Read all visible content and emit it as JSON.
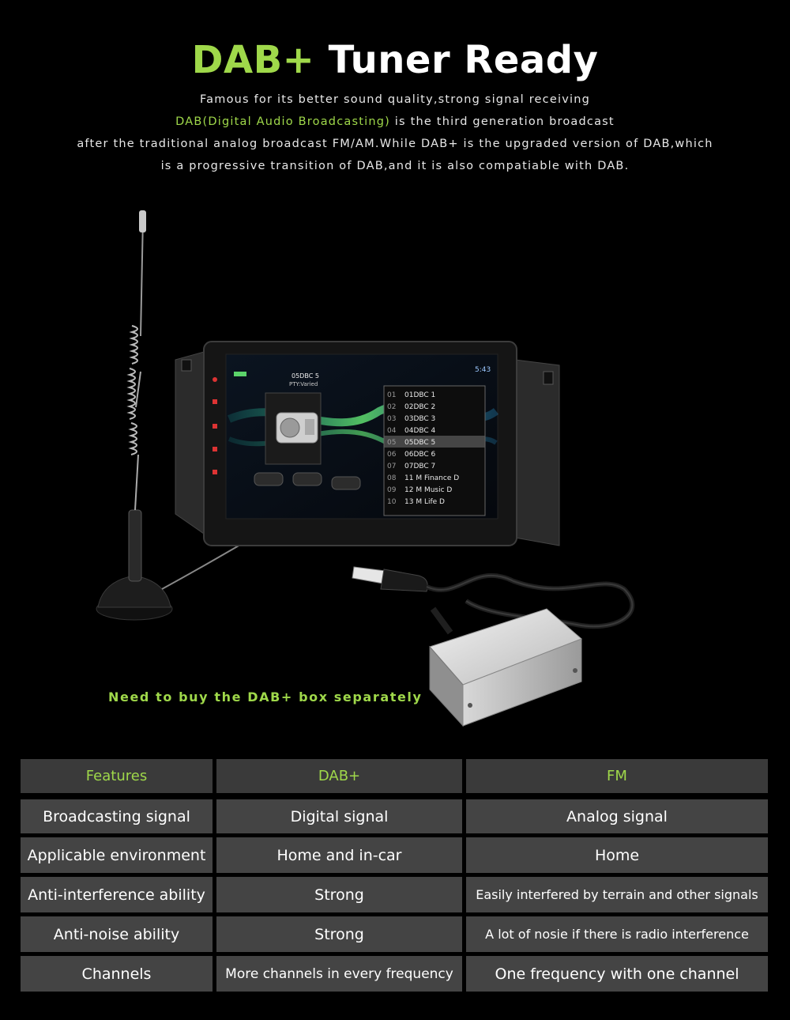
{
  "headline": {
    "accent": "DAB+",
    "rest": " Tuner Ready"
  },
  "intro": {
    "line1": "Famous for its better sound quality,strong signal receiving",
    "line2_green": "DAB(Digital Audio Broadcasting)",
    "line2_rest": " is the third generation broadcast",
    "line3": "after the traditional analog broadcast FM/AM.While DAB+ is the upgraded version of DAB,which",
    "line4": "is a progressive transition of DAB,and it is also compatiable with DAB."
  },
  "screen": {
    "station": "05DBC 5",
    "pty": "PTY:Varied",
    "time": "5:43",
    "list": [
      {
        "num": "01",
        "name": "01DBC 1"
      },
      {
        "num": "02",
        "name": "02DBC 2"
      },
      {
        "num": "03",
        "name": "03DBC 3"
      },
      {
        "num": "04",
        "name": "04DBC 4"
      },
      {
        "num": "05",
        "name": "05DBC 5"
      },
      {
        "num": "06",
        "name": "06DBC 6"
      },
      {
        "num": "07",
        "name": "07DBC 7"
      },
      {
        "num": "08",
        "name": "11 M Finance D"
      },
      {
        "num": "09",
        "name": "12 M Music D"
      },
      {
        "num": "10",
        "name": "13 M Life D"
      }
    ]
  },
  "note": "Need to buy the DAB+ box separately",
  "table": {
    "headers": [
      "Features",
      "DAB+",
      "FM"
    ],
    "rows": [
      [
        "Broadcasting signal",
        "Digital signal",
        "Analog signal"
      ],
      [
        "Applicable environment",
        "Home and in-car",
        "Home"
      ],
      [
        "Anti-interference ability",
        "Strong",
        "Easily interfered by terrain and other signals"
      ],
      [
        "Anti-noise ability",
        "Strong",
        "A lot of nosie if there is radio interference"
      ],
      [
        "Channels",
        "More channels in every frequency",
        "One frequency with one channel"
      ]
    ]
  },
  "colors": {
    "accent": "#9fd84a",
    "background": "#000000",
    "cell": "#444444"
  },
  "icons": [
    "antenna-icon",
    "car-stereo-icon",
    "radio-icon",
    "usb-plug-icon",
    "dab-box-icon"
  ]
}
